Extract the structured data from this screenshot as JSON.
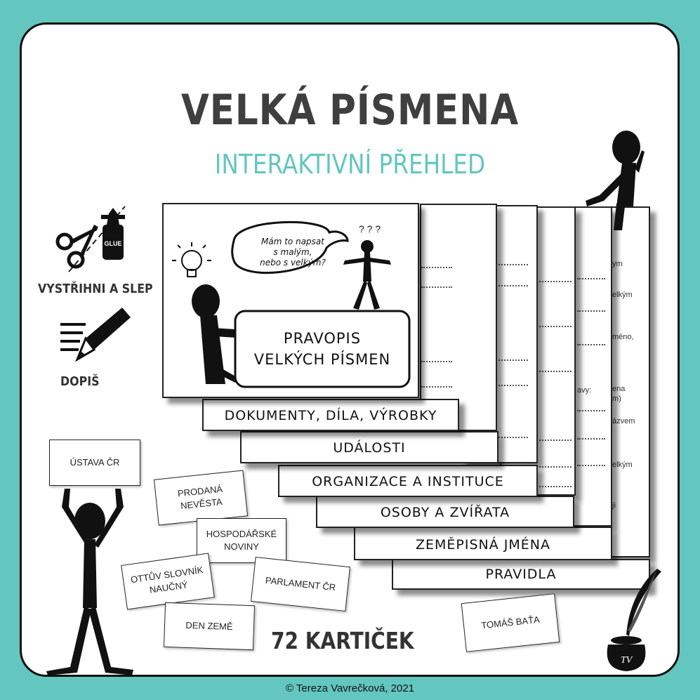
{
  "title": "VELKÁ PÍSMENA",
  "subtitle": "INTERAKTIVNÍ PŘEHLED",
  "actions": {
    "cut_glue": "VYSTŘIHNI A SLEP",
    "write": "DOPIŠ",
    "glue_text": "GLUE"
  },
  "cover": {
    "speech": "Mám to napsat\ns malým,\nnebo s velkým?",
    "sign": "PRAVOPIS\nVELKÝCH PÍSMEN",
    "question": "? ? ?"
  },
  "tabs": [
    "DOKUMENTY, DÍLA, VÝROBKY",
    "UDÁLOSTI",
    "ORGANIZACE A INSTITUCE",
    "OSOBY A ZVÍŘATA",
    "ZEMĚPISNÁ JMÉNA",
    "PRAVIDLA"
  ],
  "text_fragments": [
    "ym",
    "elkým",
    "méno,",
    "avy:",
    "ena",
    "m)",
    "ázvem",
    "elkým",
    "ji"
  ],
  "word_cards": [
    "ÚSTAVA ČR",
    "PRODANÁ\nNEVĚSTA",
    "HOSPODÁŘSKÉ\nNOVINY",
    "OTTŮV SLOVNÍK\nNAUČNÝ",
    "PARLAMENT ČR",
    "DEN ZEMĚ",
    "TOMÁŠ BAŤA"
  ],
  "count": "72 KARTIČEK",
  "logo": "TV",
  "copyright": "© Tereza Vavrečková, 2021"
}
